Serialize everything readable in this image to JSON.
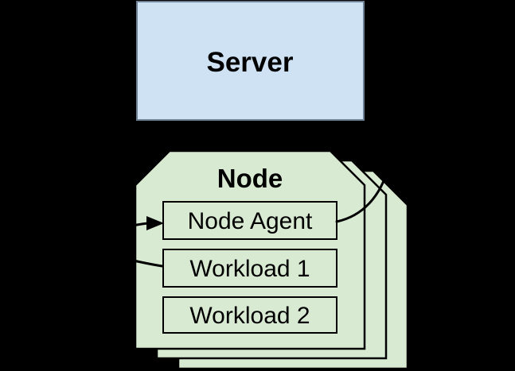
{
  "colors": {
    "background": "#000000",
    "server_fill": "#cfe2f3",
    "server_border": "#6e8093",
    "node_fill": "#d9ead3",
    "node_border": "#000000",
    "line": "#000000"
  },
  "server": {
    "label": "Server"
  },
  "node": {
    "title": "Node",
    "stacked_copies": 3,
    "children": [
      {
        "label": "Node Agent"
      },
      {
        "label": "Workload 1"
      },
      {
        "label": "Workload 2"
      }
    ]
  },
  "edges": [
    {
      "name": "arrow-into-node-agent",
      "description": "curved connector entering from the left, arrowhead pointing into Node Agent"
    },
    {
      "name": "curve-node-agent-to-upper-right",
      "description": "curved connector from right edge of Node Agent arcing up across the stacked node layers"
    },
    {
      "name": "curve-into-workload-1",
      "description": "curved connector entering from the left into Workload 1"
    }
  ]
}
